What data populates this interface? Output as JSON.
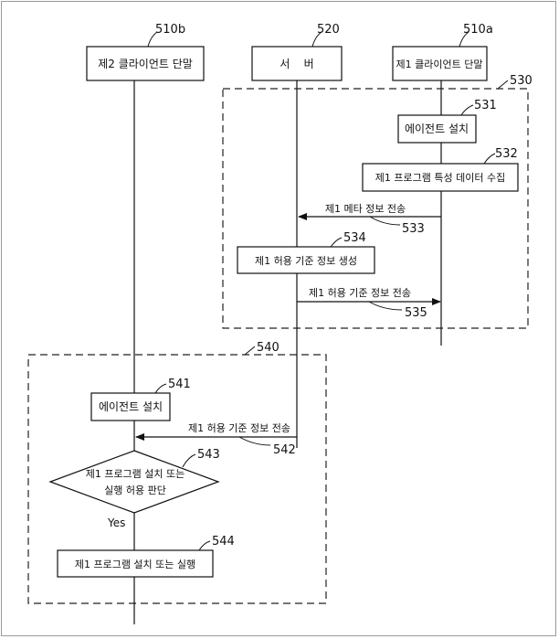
{
  "participants": {
    "client2": {
      "ref": "510b",
      "label": "제2 클라이언트 단말"
    },
    "server": {
      "ref": "520",
      "label": "서    버"
    },
    "client1": {
      "ref": "510a",
      "label": "제1 클라이언트 단말"
    }
  },
  "group1": {
    "ref": "530",
    "steps": {
      "s531": {
        "ref": "531",
        "label": "에이전트 설치"
      },
      "s532": {
        "ref": "532",
        "label": "제1 프로그램 특성 데이터 수집"
      },
      "s533": {
        "ref": "533",
        "label": "제1 메타 정보 전송"
      },
      "s534": {
        "ref": "534",
        "label": "제1 허용 기준 정보 생성"
      },
      "s535": {
        "ref": "535",
        "label": "제1 허용 기준 정보 전송"
      }
    }
  },
  "group2": {
    "ref": "540",
    "steps": {
      "s541": {
        "ref": "541",
        "label": "에이전트 설치"
      },
      "s542": {
        "ref": "542",
        "label": "제1 허용 기준 정보 전송"
      },
      "s543": {
        "ref": "543",
        "line1": "제1 프로그램 설치 또는",
        "line2": "실행 허용 판단"
      },
      "yes": "Yes",
      "s544": {
        "ref": "544",
        "label": "제1 프로그램 설치 또는 실행"
      }
    }
  }
}
